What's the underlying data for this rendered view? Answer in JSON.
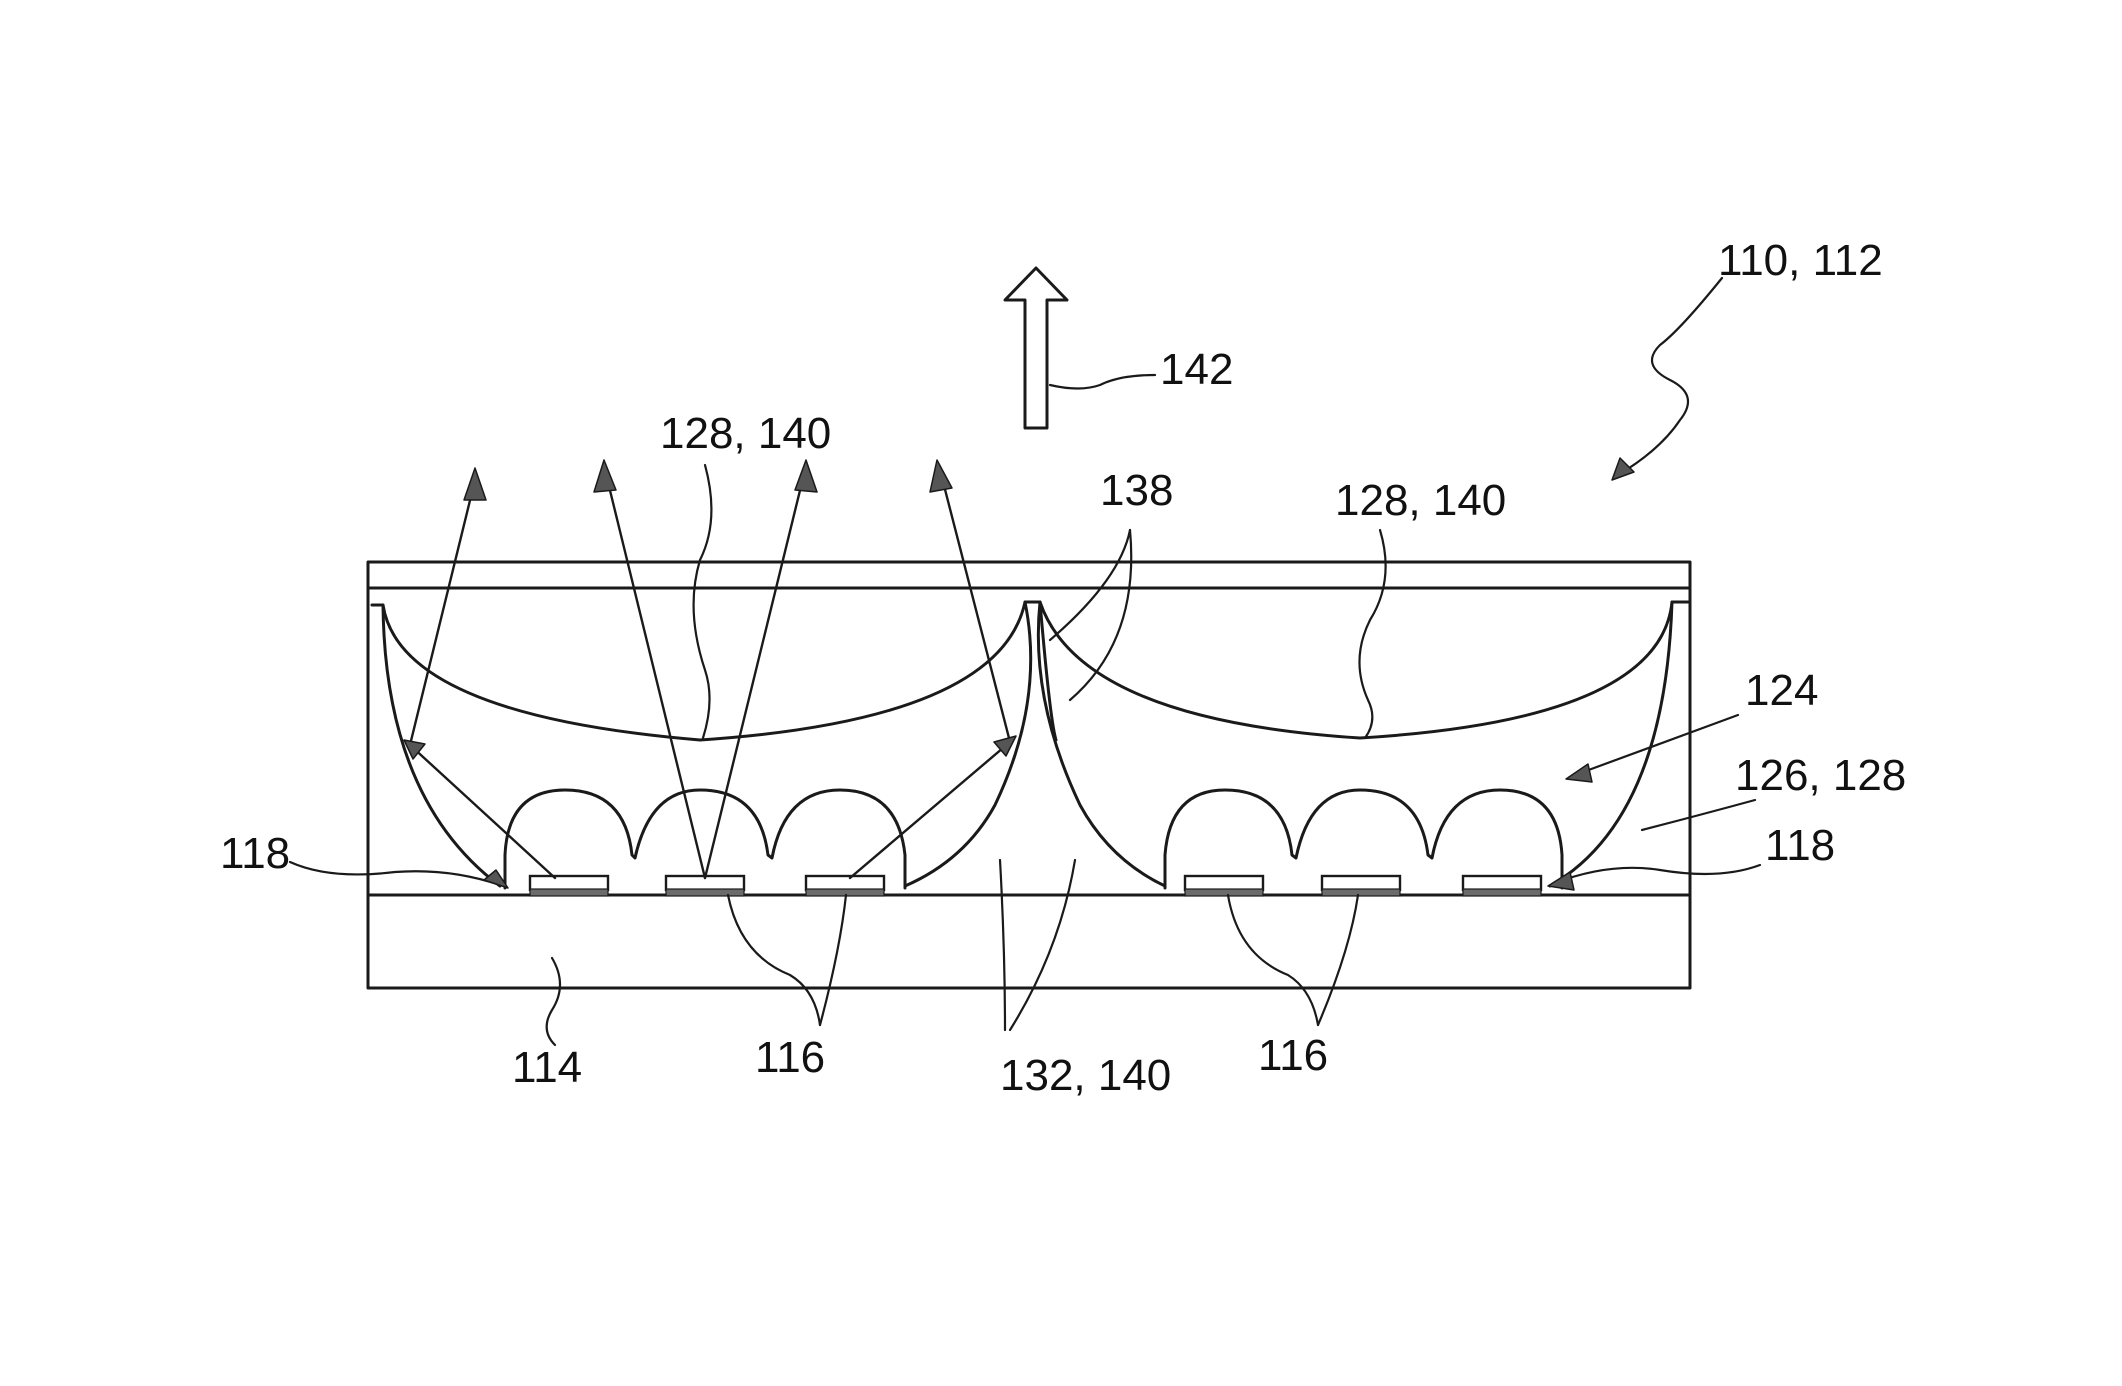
{
  "figure": {
    "labels": {
      "device": "110, 112",
      "emission_direction": "142",
      "reflector_left": "128, 140",
      "reflector_right": "128, 140",
      "ridge": "138",
      "encapsulant": "124",
      "lens": "126, 128",
      "mirror_left": "118",
      "mirror_right": "118",
      "substrate": "114",
      "leds_left": "116",
      "leds_right": "116",
      "side_reflector": "132, 140"
    }
  }
}
